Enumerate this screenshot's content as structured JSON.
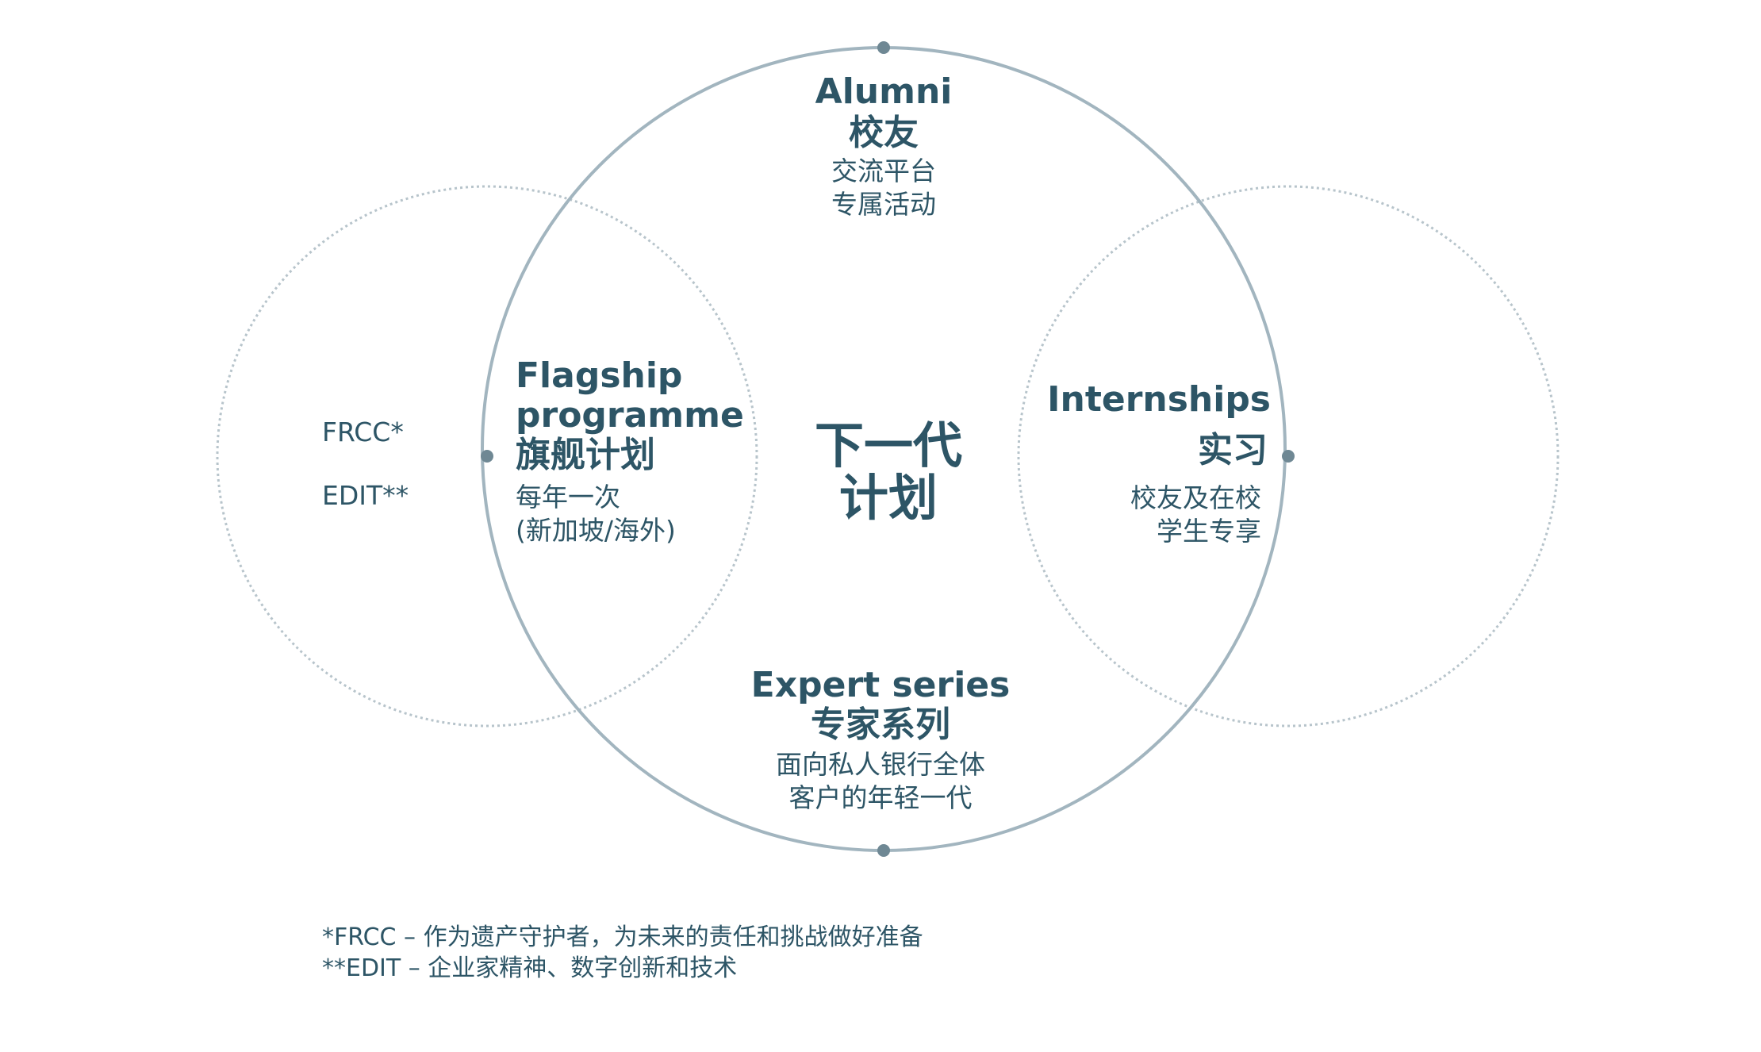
{
  "colors": {
    "text": "#2d5566",
    "ring": "#a2b5bf",
    "dotted": "#b7c4cb",
    "node": "#6f8894"
  },
  "center": {
    "line1": "下一代",
    "line2": "计划"
  },
  "alumni": {
    "title_en": "Alumni",
    "title_zh": "校友",
    "desc1": "交流平台",
    "desc2": "专属活动"
  },
  "flagship": {
    "title_en1": "Flagship",
    "title_en2": "programme",
    "title_zh": "旗舰计划",
    "desc1": "每年一次",
    "desc2": "(新加坡/海外)"
  },
  "internships": {
    "title_en": "Internships",
    "title_zh": "实习",
    "desc1": "校友及在校",
    "desc2": "学生专享"
  },
  "expert": {
    "title_en": "Expert series",
    "title_zh": "专家系列",
    "desc1": "面向私人银行全体",
    "desc2": "客户的年轻一代"
  },
  "left_labels": {
    "frcc": "FRCC*",
    "edit": "EDIT**"
  },
  "footnotes": {
    "frcc": "*FRCC – 作为遗产守护者，为未来的责任和挑战做好准备",
    "edit": "**EDIT – 企业家精神、数字创新和技术"
  }
}
